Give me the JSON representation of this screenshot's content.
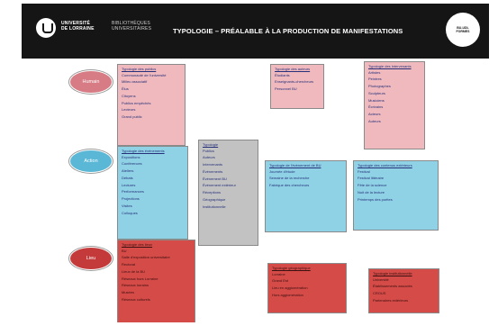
{
  "header": {
    "logo_university": "UNIVERSITÉ\nDE LORRAINE",
    "logo_library": "BIBLIOTHÈQUES\nUNIVERSITAIRES",
    "title": "TYPOLOGIE – PRÉALABLE À LA PRODUCTION DE MANIFESTATIONS",
    "badge": "BU-UDL\nFORMES"
  },
  "ovals": {
    "humain": "Humain",
    "action": "Action",
    "lieu": "Lieu"
  },
  "boxes": {
    "publics": {
      "title": "Typologie des publics",
      "items": [
        "Communauté de l'université",
        "Milieu associatif",
        "Élus",
        "Citoyens",
        "Publics empêchés",
        "Lecteurs",
        "Grand public"
      ]
    },
    "auteurs": {
      "title": "Typologie des auteurs",
      "items": [
        "Étudiants",
        "Enseignants-chercheurs",
        "Personnel BU"
      ]
    },
    "types_auteurs": {
      "title": "Typologie des intervenants",
      "items": [
        "Artistes",
        "Peintres",
        "Photographes",
        "Sculpteurs",
        "Musiciens",
        "Écrivains",
        "Acteurs",
        "Auteurs"
      ]
    },
    "evenements": {
      "title": "Typologie des événements",
      "items": [
        "Expositions",
        "Conférences",
        "Ateliers",
        "Débats",
        "Lectures",
        "Performances",
        "Projections",
        "Visites",
        "Colloques"
      ]
    },
    "typologie": {
      "title": "Typologie",
      "items": [
        "Publics",
        "Auteurs",
        "Intervenants",
        "Événements",
        "Événement BU",
        "Événement extérieur",
        "Réceptions",
        "Géographique",
        "Institutionnelle"
      ]
    },
    "activite": {
      "title": "Typologie de l'évènement de BU",
      "items": [
        "Journée d'étude",
        "Semaine de la recherche",
        "Fabrique des chercheurs"
      ]
    },
    "contenus": {
      "title": "Typologie des contenus extérieurs",
      "items": [
        "Festival",
        "Festival littéraire",
        "Fête de la science",
        "Nuit de la lecture",
        "Printemps des poètes"
      ]
    },
    "lieux": {
      "title": "Typologie des lieux",
      "items": [
        "BU",
        "Salle d'exposition universitaire",
        "Rectorat",
        "Lieux de la BU",
        "Réseaux hors Lorraine",
        "Réseaux lorrains",
        "Musées",
        "Réseaux culturels"
      ]
    },
    "lieu_exterieur": {
      "title": "Typologie géographique",
      "items": [
        "Lorraine",
        "Grand Est",
        "Lieu en agglomération",
        "Hors agglomération"
      ]
    },
    "lieu_autre": {
      "title": "Typologie institutionnelle",
      "items": [
        "Université",
        "Établissements associés",
        "CROUS",
        "Partenaires extérieurs"
      ]
    }
  }
}
